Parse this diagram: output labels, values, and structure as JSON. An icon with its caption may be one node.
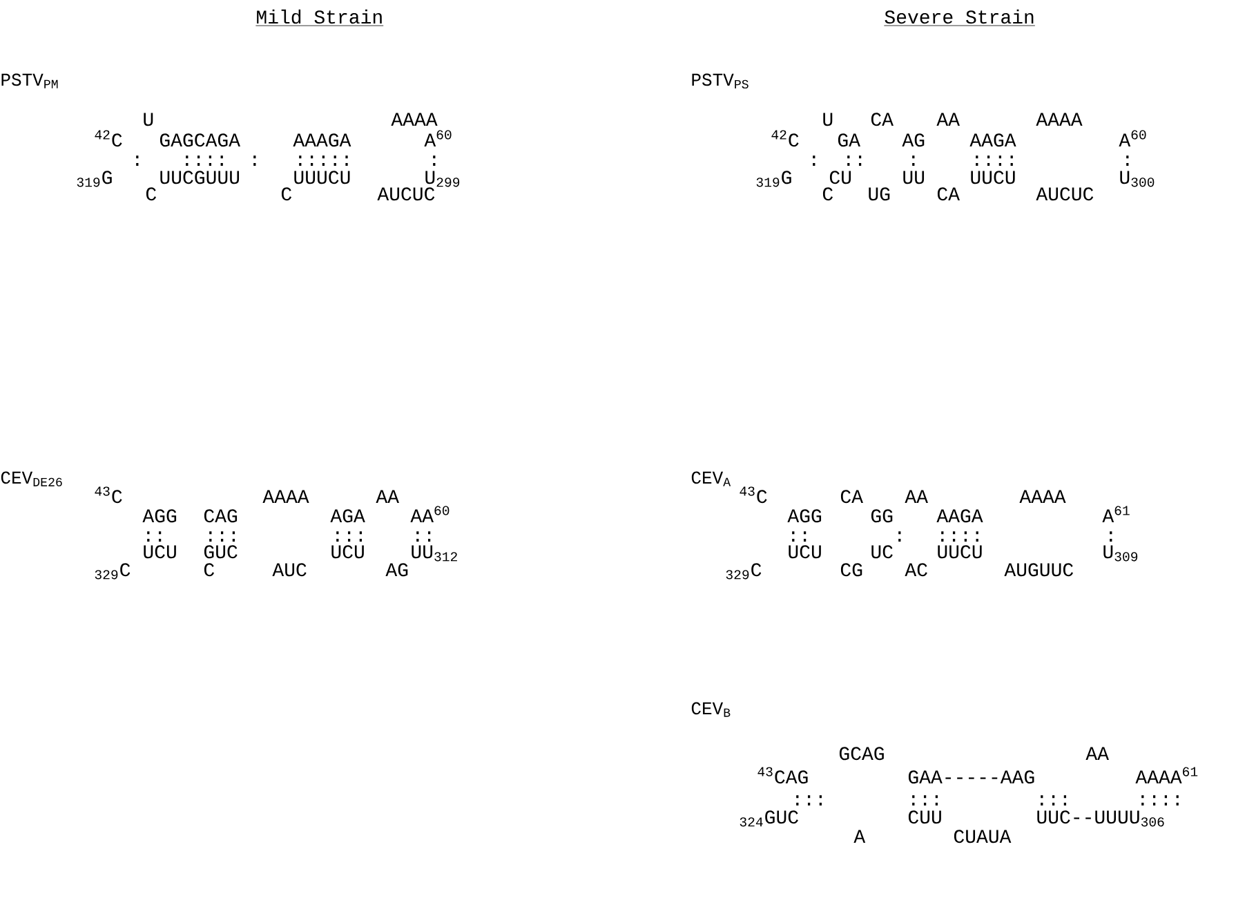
{
  "diagram": {
    "labels": [
      "Mild Strain",
      "Severe Strain",
      "PSTV$_{PM}$",
      "U",
      "AAAA",
      "$^{42}$C",
      "GAGCAGA",
      "AAAGA",
      "A$^{60}$",
      ":",
      "::::",
      ":",
      ":::::",
      ":",
      "$_{319}$G",
      "UUCGUUU",
      "UUUCU",
      "U$_{299}$",
      "C",
      "C",
      "AUCUC",
      "PSTV$_{PS}$",
      "U",
      "CA",
      "AA",
      "AAAA",
      "$^{42}$C",
      "GA",
      "AG",
      "AAGA",
      "A$^{60}$",
      ":",
      "::",
      ":",
      "::::",
      ":",
      "$_{319}$G",
      "CU",
      "UU",
      "UUCU",
      "U$_{300}$",
      "C",
      "UG",
      "CA",
      "AUCUC",
      "CEV$_{DE26}$",
      "$^{43}$C",
      "AAAA",
      "AA",
      "AGG",
      "CAG",
      "AGA",
      "AA$^{60}$",
      "::",
      ":::",
      ":::",
      "::",
      "UCU",
      "GUC",
      "UCU",
      "UU$_{312}$",
      "$_{329}$C",
      "C",
      "AUC",
      "AG",
      "CEV$_{A}$",
      "$^{43}$C",
      "CA",
      "AA",
      "AAAA",
      "AGG",
      "GG",
      "AAGA",
      "A$^{61}$",
      "::",
      ":",
      "::::",
      ":",
      "UCU",
      "UC",
      "UUCU",
      "U$_{309}$",
      "$_{329}$C",
      "CG",
      "AC",
      "AUGUUC",
      "CEV$_{B}$",
      "GCAG",
      "AA",
      "$^{43}$CAG",
      "GAA-----AAG",
      "AAAA$^{61}$",
      ":::",
      ":::",
      ":::",
      "::::",
      "$_{324}$GUC",
      "CUU",
      "UUC--UUUU$_{306}$",
      "A",
      "CUAUA"
    ]
  }
}
